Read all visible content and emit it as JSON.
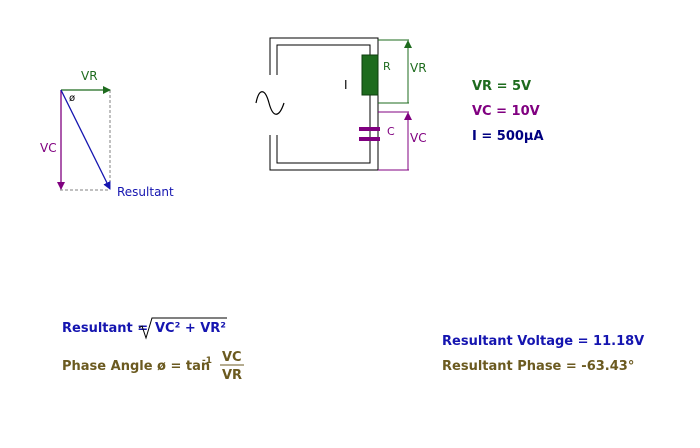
{
  "phasor": {
    "vr_label": "VR",
    "vc_label": "VC",
    "phi_label": "ø",
    "resultant_label": "Resultant"
  },
  "circuit": {
    "current_label": "I",
    "resistor_label": "R",
    "capacitor_label": "C",
    "vr_label": "VR",
    "vc_label": "VC"
  },
  "values": {
    "vr": "VR = 5V",
    "vc": "VC = 10V",
    "i": "I = 500µA"
  },
  "formulas": {
    "resultant_prefix": "Resultant =",
    "resultant_radicand": "VC² + VR²",
    "phase_prefix": "Phase Angle ø = tan",
    "phase_exponent": "-1",
    "phase_numerator": "VC",
    "phase_denominator": "VR"
  },
  "results": {
    "voltage": "Resultant Voltage = 11.18V",
    "phase": "Resultant Phase = -63.43°"
  },
  "colors": {
    "green": "#1e6b1e",
    "purple": "#800080",
    "navy": "#000080",
    "blue": "#1515b0",
    "olive": "#6b5a20",
    "black": "#000000",
    "gray": "#808080"
  }
}
